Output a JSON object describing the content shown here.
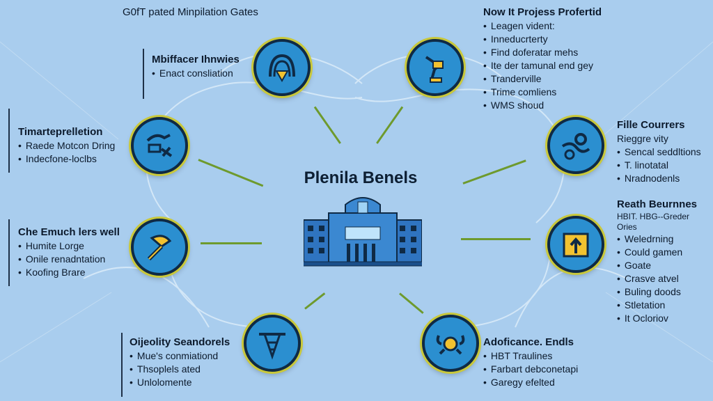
{
  "center": {
    "title": "Plenila Benels"
  },
  "top_left": {
    "title": "G0fT pated Minpilation Gates"
  },
  "top_right": {
    "title": "Now It Projess Profertid",
    "items": [
      "Leagen vident:",
      "Inneducrterty",
      "Find doferatar mehs",
      "Ite der tamunal end gey",
      "Tranderville",
      "Trime comliens",
      "WMS shoud"
    ]
  },
  "upper_left": {
    "title": "Mbiffacer Ihnwies",
    "items": [
      "Enact consliation"
    ]
  },
  "left_mid": {
    "title": "Timarteprelletion",
    "items": [
      "Raede Motcon Dring",
      "Indecfone-loclbs"
    ]
  },
  "left_low": {
    "title": "Che Emuch lers well",
    "items": [
      "Humite Lorge",
      "Onile renadntation",
      "Koofing Brare"
    ]
  },
  "right_upper": {
    "title": "Fille Courrers",
    "subtitle": "Rieggre vity",
    "items": [
      "Sencal seddltions",
      "T. linotatal",
      "Nradnodenls"
    ]
  },
  "right_low": {
    "title": "Reath Beurnnes",
    "subtitle": "HBIT. HBG--Greder Ories",
    "items": [
      "Weledrning",
      "Could gamen",
      "Goate",
      "Crasve atvel",
      "Buling doods",
      "Stletation",
      "It Ocloriov"
    ]
  },
  "bottom_left": {
    "title": "Oijeolity Seandorels",
    "items": [
      "Mue's conmiationd",
      "Thsoplels ated",
      "Unlolomente"
    ]
  },
  "bottom_right": {
    "title": "Adoficance. Endls",
    "items": [
      "HBT Traulines",
      "Farbart debconetapi",
      "Garegy efelted"
    ]
  },
  "icons": {
    "n1": "arch-shield-icon",
    "n2": "hand-lever-icon",
    "n3": "machine-parts-icon",
    "n4": "gears-tools-icon",
    "n5": "tool-pick-icon",
    "n6": "box-arrow-icon",
    "n7": "tower-icon",
    "n8": "crab-gear-icon"
  },
  "colors": {
    "background": "#a9cdee",
    "node_fill": "#2b8fd0",
    "node_ring": "#c9c83a",
    "connector": "#6e9a2d"
  }
}
